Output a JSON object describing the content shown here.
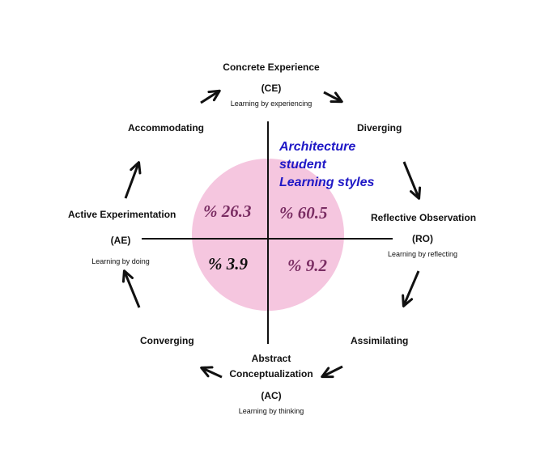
{
  "title_lines": [
    "Architecture",
    "student",
    "Learning styles"
  ],
  "circle_color": "#f5c6df",
  "percent_color": "#7a2d63",
  "title_color": "#1f18c6",
  "quadrants": {
    "top_left": "% 26.3",
    "top_right": "% 60.5",
    "bottom_left": "% 3.9",
    "bottom_right": "% 9.2"
  },
  "poles": {
    "ce": {
      "name": "Concrete Experience",
      "abbr": "(CE)",
      "desc": "Learning by experiencing"
    },
    "ro": {
      "name": "Reflective Observation",
      "abbr": "(RO)",
      "desc": "Learning by reflecting"
    },
    "ac": {
      "name_line1": "Abstract",
      "name_line2": "Conceptualization",
      "abbr": "(AC)",
      "desc": "Learning by thinking"
    },
    "ae": {
      "name": "Active Experimentation",
      "abbr": "(AE)",
      "desc": "Learning by doing"
    }
  },
  "styles": {
    "diverging": "Diverging",
    "assimilating": "Assimilating",
    "converging": "Converging",
    "accommodating": "Accommodating"
  }
}
